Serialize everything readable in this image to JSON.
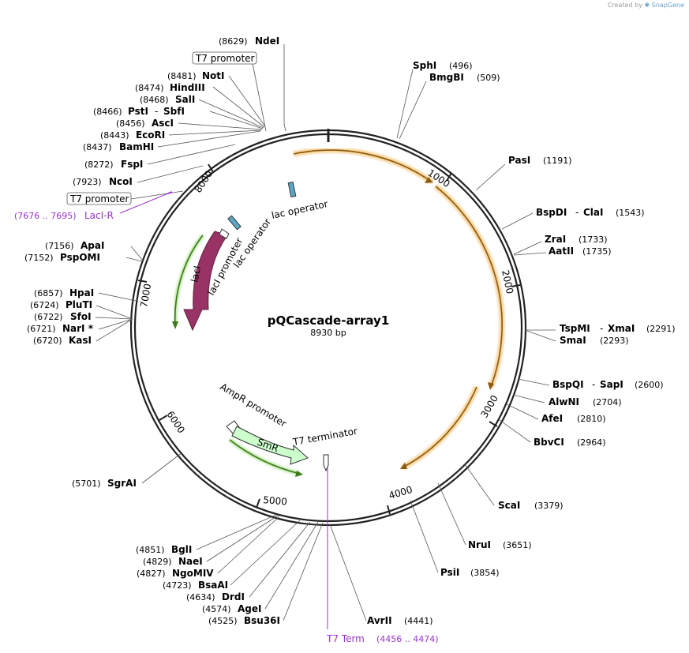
{
  "credit": {
    "prefix": "Created by",
    "brand": "SnapGene"
  },
  "plasmid": {
    "name": "pQCascade-array1",
    "size": "8930 bp"
  },
  "ticks": [
    "1000",
    "2000",
    "3000",
    "4000",
    "5000",
    "6000",
    "7000",
    "8000"
  ],
  "features": [
    {
      "label": "lac operator",
      "type": "operator",
      "color": "#5ba7c7"
    },
    {
      "label": "lac operator",
      "type": "operator",
      "color": "#5ba7c7"
    },
    {
      "label": "lacI promoter",
      "type": "promoter",
      "color": "#ffffff"
    },
    {
      "label": "lacI",
      "type": "cds",
      "color": "#993366"
    },
    {
      "label": "AmpR promoter",
      "type": "promoter",
      "color": "#ffffff"
    },
    {
      "label": "SmR",
      "type": "cds",
      "color": "#ccffcc"
    },
    {
      "label": "T7 terminator",
      "type": "terminator",
      "color": "#ffffff"
    }
  ],
  "boxed_labels": [
    "T7 promoter",
    "T7 promoter"
  ],
  "primers": [
    {
      "label": "LacI-R",
      "pos": "(7676 .. 7695)",
      "color": "#9933cc"
    },
    {
      "label": "T7 Term",
      "pos": "(4456 .. 4474)",
      "color": "#9933cc"
    }
  ],
  "sites": [
    {
      "name": "NdeI",
      "pos": "(8629)"
    },
    {
      "name": "NotI",
      "pos": "(8481)"
    },
    {
      "name": "HindIII",
      "pos": "(8474)"
    },
    {
      "name": "SalI",
      "pos": "(8468)"
    },
    {
      "name": "PstI",
      "sep": "-",
      "name2": "SbfI",
      "pos": "(8466)"
    },
    {
      "name": "AscI",
      "pos": "(8456)"
    },
    {
      "name": "EcoRI",
      "pos": "(8443)"
    },
    {
      "name": "BamHI",
      "pos": "(8437)"
    },
    {
      "name": "FspI",
      "pos": "(8272)"
    },
    {
      "name": "NcoI",
      "pos": "(7923)"
    },
    {
      "name": "ApaI",
      "pos": "(7156)"
    },
    {
      "name": "PspOMI",
      "pos": "(7152)"
    },
    {
      "name": "HpaI",
      "pos": "(6857)"
    },
    {
      "name": "PluTI",
      "pos": "(6724)"
    },
    {
      "name": "SfoI",
      "pos": "(6722)"
    },
    {
      "name": "NarI *",
      "pos": "(6721)"
    },
    {
      "name": "KasI",
      "pos": "(6720)"
    },
    {
      "name": "SgrAI",
      "pos": "(5701)"
    },
    {
      "name": "BglI",
      "pos": "(4851)"
    },
    {
      "name": "NaeI",
      "pos": "(4829)"
    },
    {
      "name": "NgoMIV",
      "pos": "(4827)"
    },
    {
      "name": "BsaAI",
      "pos": "(4723)"
    },
    {
      "name": "DrdI",
      "pos": "(4634)"
    },
    {
      "name": "AgeI",
      "pos": "(4574)"
    },
    {
      "name": "Bsu36I",
      "pos": "(4525)"
    },
    {
      "name": "SphI",
      "pos": "(496)"
    },
    {
      "name": "BmgBI",
      "pos": "(509)"
    },
    {
      "name": "PasI",
      "pos": "(1191)"
    },
    {
      "name": "BspDI",
      "sep": "-",
      "name2": "ClaI",
      "pos": "(1543)"
    },
    {
      "name": "ZraI",
      "pos": "(1733)"
    },
    {
      "name": "AatII",
      "pos": "(1735)"
    },
    {
      "name": "TspMI",
      "sep": "-",
      "name2": "XmaI",
      "pos": "(2291)"
    },
    {
      "name": "SmaI",
      "pos": "(2293)"
    },
    {
      "name": "BspQI",
      "sep": "-",
      "name2": "SapI",
      "pos": "(2600)"
    },
    {
      "name": "AlwNI",
      "pos": "(2704)"
    },
    {
      "name": "AfeI",
      "pos": "(2810)"
    },
    {
      "name": "BbvCI",
      "pos": "(2964)"
    },
    {
      "name": "ScaI",
      "pos": "(3379)"
    },
    {
      "name": "NruI",
      "pos": "(3651)"
    },
    {
      "name": "PsiI",
      "pos": "(3854)"
    },
    {
      "name": "AvrII",
      "pos": "(4441)"
    }
  ]
}
